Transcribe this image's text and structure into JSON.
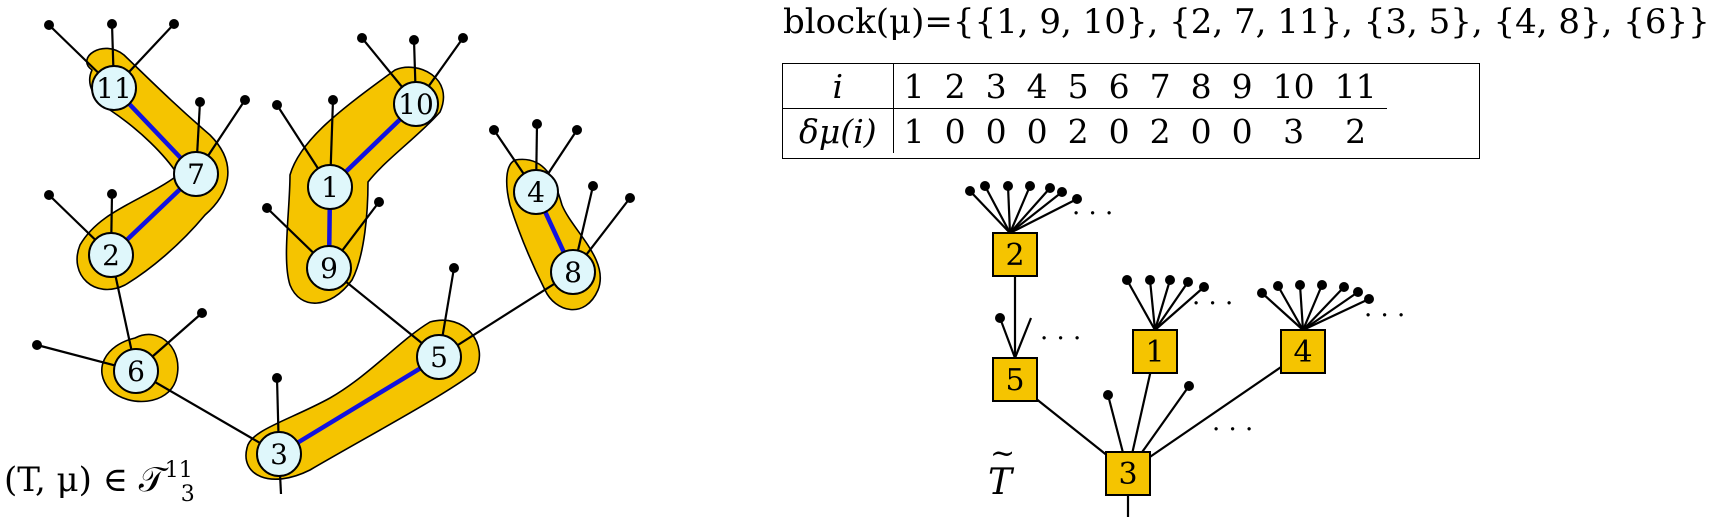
{
  "left_caption": {
    "pair": "(T, μ) ∈ 𝒯",
    "subscript": "3",
    "superscript": "11"
  },
  "block_title": "block(μ)={{1, 9, 10}, {2, 7, 11}, {3, 5}, {4, 8}, {6}}",
  "table": {
    "row_headers": [
      "i",
      "δμ(i)"
    ],
    "i": [
      "1",
      "2",
      "3",
      "4",
      "5",
      "6",
      "7",
      "8",
      "9",
      "10",
      "11"
    ],
    "delta": [
      "1",
      "0",
      "0",
      "0",
      "2",
      "0",
      "2",
      "0",
      "0",
      "3",
      "2"
    ]
  },
  "tree_nodes": [
    "11",
    "7",
    "2",
    "10",
    "1",
    "9",
    "4",
    "8",
    "6",
    "5",
    "3"
  ],
  "block_tree_nodes": [
    "2",
    "5",
    "1",
    "4",
    "3"
  ],
  "block_tree_label": "T",
  "ellipsis": "· · ·",
  "colors": {
    "block_fill": "#f5c400",
    "node_fill": "#dff7fb",
    "spine": "#1212e0",
    "edge": "#000000"
  }
}
